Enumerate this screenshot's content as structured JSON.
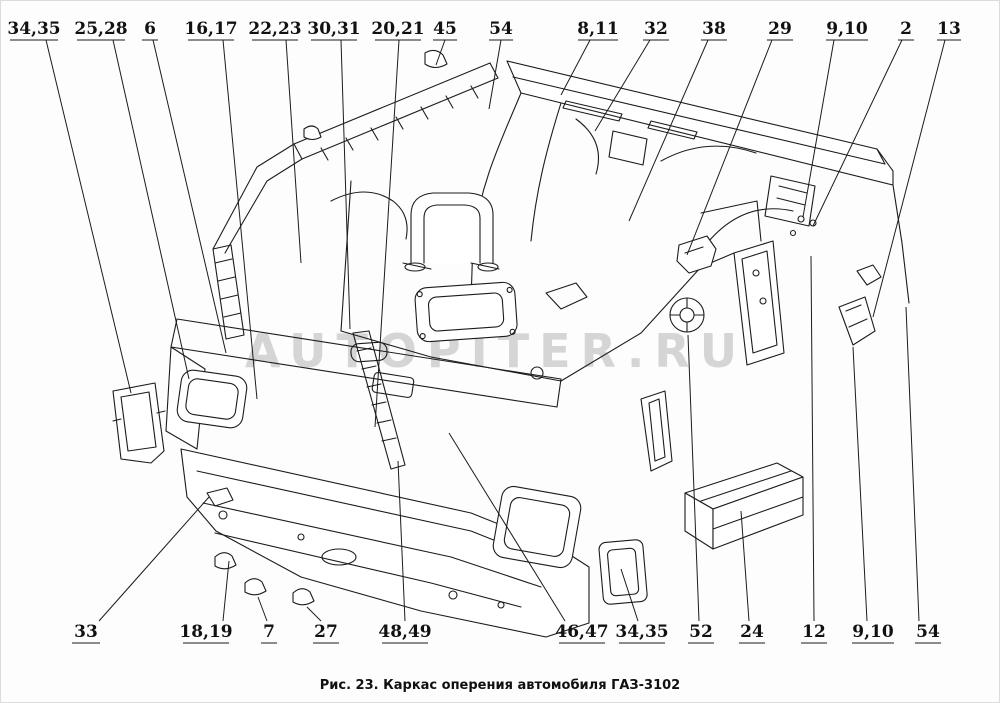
{
  "figure": {
    "watermark": "AUTOPITER.RU",
    "caption": "Рис. 23. Каркас оперения автомобиля ГАЗ-3102"
  },
  "colors": {
    "ink": "#1c1c1c",
    "watermark": "#bdbdbd"
  },
  "callouts_top": [
    "34,35",
    "25,28",
    "6",
    "16,17",
    "22,23",
    "30,31",
    "20,21",
    "45",
    "54",
    "8,11",
    "32",
    "38",
    "29",
    "9,10",
    "2",
    "13"
  ],
  "callouts_bottom": [
    "33",
    "18,19",
    "7",
    "27",
    "48,49",
    "46,47",
    "34,35",
    "52",
    "24",
    "12",
    "9,10",
    "54"
  ]
}
